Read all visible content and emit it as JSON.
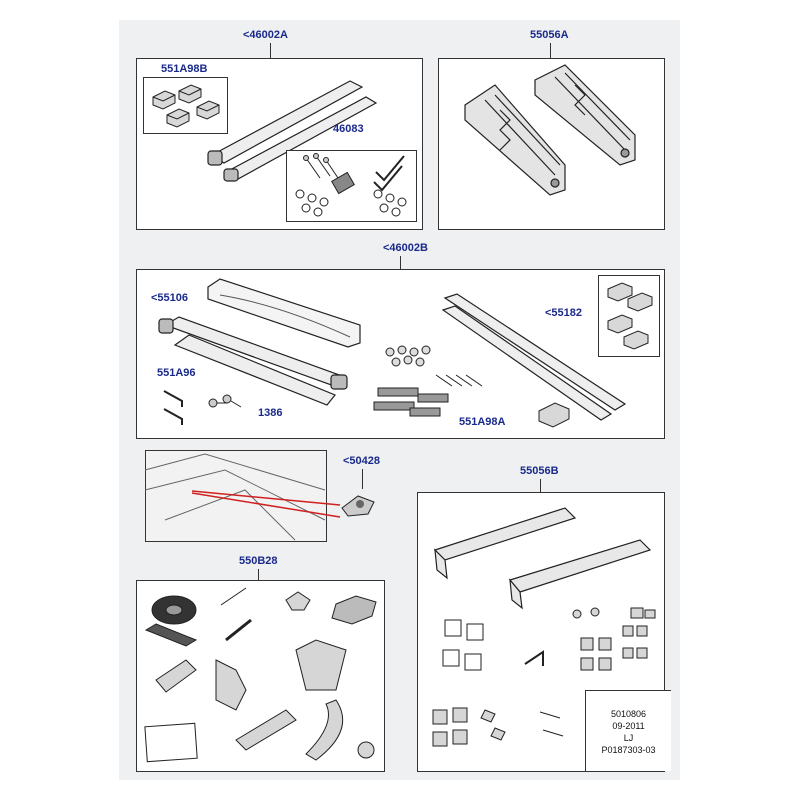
{
  "labels": {
    "kit_46002A": "<46002A",
    "kit_55056A": "55056A",
    "pads_551A98B": "551A98B",
    "bolts_46083": "46083",
    "kit_46002B": "<46002B",
    "bar_55106": "<55106",
    "pads_55182": "<55182",
    "wrench_551A96": "551A96",
    "keys_1386": "1386",
    "feet_551A98A": "551A98A",
    "clamp_50428": "<50428",
    "kit_55056B": "55056B",
    "kit_550B28": "550B28"
  },
  "info_block": {
    "line1": "5010806",
    "line2": "09-2011",
    "line3": "LJ",
    "line4": "P0187303-03"
  },
  "colors": {
    "callout_text": "#1a2a8a",
    "leader_red": "#d02020",
    "background": "#eef0f1"
  }
}
